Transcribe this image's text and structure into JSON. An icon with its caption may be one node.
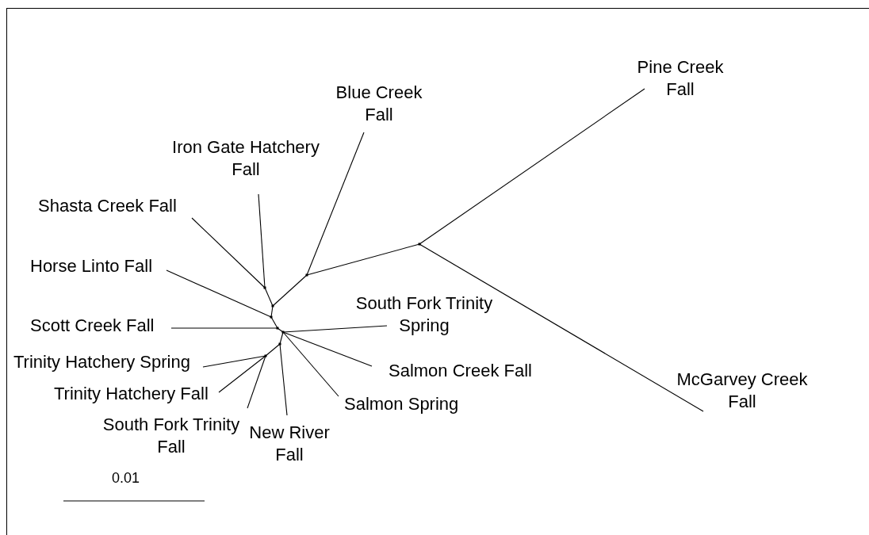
{
  "diagram": {
    "nodes": [
      {
        "text": [
          "Pine Creek Fall"
        ]
      },
      {
        "text": [
          "Blue Creek Fall"
        ]
      },
      {
        "text": [
          "Iron Gate Hatchery Fall"
        ]
      },
      {
        "text": [
          "Shasta Creek Fall"
        ]
      },
      {
        "text": [
          "Horse Linto Fall"
        ]
      },
      {
        "text": [
          "Scott Creek Fall"
        ]
      },
      {
        "text": [
          "South Fork Trinity Spring"
        ]
      },
      {
        "text": [
          "Trinity Hatchery Spring"
        ]
      },
      {
        "text": [
          "Salmon Creek Fall"
        ]
      },
      {
        "text": [
          "Trinity Hatchery Fall"
        ]
      },
      {
        "text": [
          "Salmon Spring"
        ]
      },
      {
        "text": [
          "South Fork Trinity Fall"
        ]
      },
      {
        "text": [
          "New River Fall"
        ]
      },
      {
        "text": [
          "McGarvey Creek Fall"
        ]
      },
      {
        "text": [],
        "shape": "point"
      },
      {
        "text": [],
        "shape": "point"
      },
      {
        "text": [],
        "shape": "point"
      },
      {
        "text": [],
        "shape": "point"
      },
      {
        "text": [],
        "shape": "point"
      },
      {
        "text": [],
        "shape": "point"
      },
      {
        "text": [],
        "shape": "point"
      },
      {
        "text": [],
        "shape": "point"
      },
      {
        "text": [],
        "shape": "point"
      }
    ],
    "edges": [
      {
        "from": 3,
        "to": 14,
        "arrow": "none"
      },
      {
        "from": 2,
        "to": 14,
        "arrow": "none"
      },
      {
        "from": 14,
        "to": 15,
        "arrow": "none"
      },
      {
        "from": 15,
        "to": 16,
        "arrow": "none"
      },
      {
        "from": 16,
        "to": 1,
        "arrow": "none"
      },
      {
        "from": 16,
        "to": 17,
        "arrow": "none"
      },
      {
        "from": 17,
        "to": 0,
        "arrow": "none"
      },
      {
        "from": 17,
        "to": 13,
        "arrow": "none"
      },
      {
        "from": 15,
        "to": 18,
        "arrow": "none"
      },
      {
        "from": 18,
        "to": 4,
        "arrow": "none"
      },
      {
        "from": 18,
        "to": 19,
        "arrow": "none"
      },
      {
        "from": 19,
        "to": 5,
        "arrow": "none"
      },
      {
        "from": 19,
        "to": 20,
        "arrow": "none"
      },
      {
        "from": 20,
        "to": 6,
        "arrow": "none"
      },
      {
        "from": 20,
        "to": 21,
        "arrow": "none"
      },
      {
        "from": 21,
        "to": 22,
        "arrow": "none"
      },
      {
        "from": 22,
        "to": 7,
        "arrow": "none"
      },
      {
        "from": 22,
        "to": 9,
        "arrow": "none"
      },
      {
        "from": 22,
        "to": 11,
        "arrow": "none"
      },
      {
        "from": 21,
        "to": 12,
        "arrow": "none"
      },
      {
        "from": 20,
        "to": 10,
        "arrow": "none"
      },
      {
        "from": 20,
        "to": 8,
        "arrow": "none"
      }
    ],
    "labels": [
      "0.01"
    ]
  }
}
